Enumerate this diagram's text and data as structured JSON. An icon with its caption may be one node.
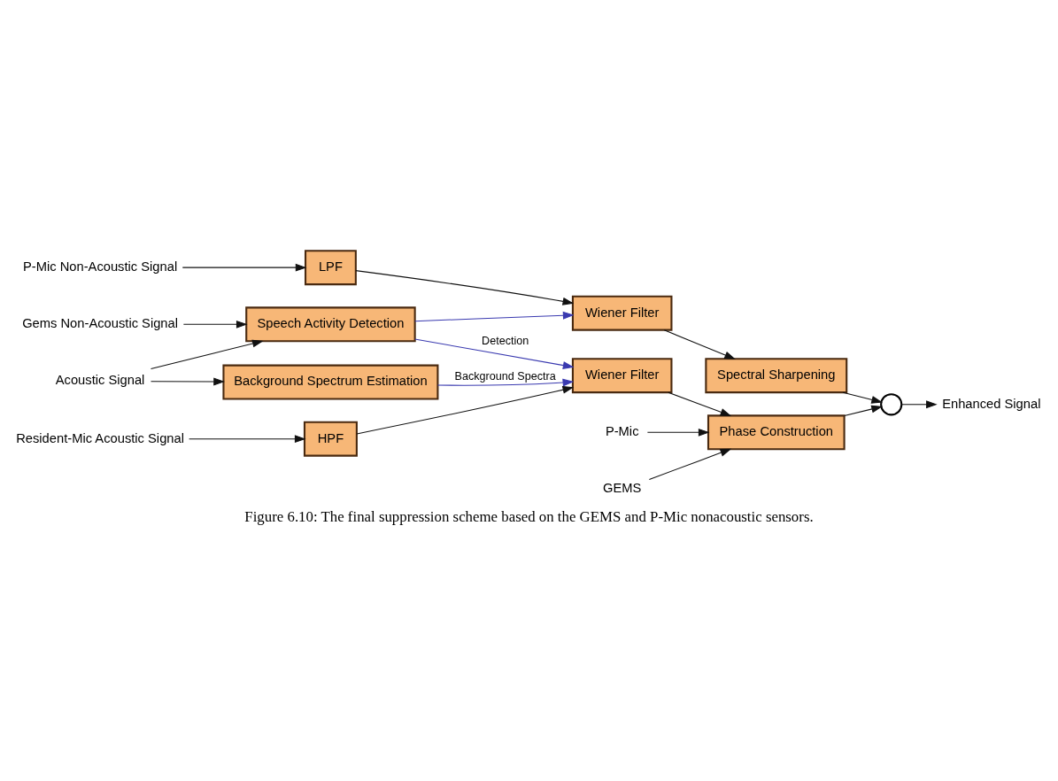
{
  "diagram": {
    "caption": "Figure 6.10: The final suppression scheme based on the GEMS and P-Mic nonacoustic sensors.",
    "nodes": [
      {
        "text": [
          "Acoustic Signal"
        ]
      },
      {
        "text": [
          "Background Spectrum Estimation"
        ]
      },
      {
        "text": [
          "Gems Non-Acoustic Signal"
        ]
      },
      {
        "text": [
          "Speech Activity Detection"
        ]
      },
      {
        "text": [
          "Resident-Mic Acoustic Signal"
        ]
      },
      {
        "text": [
          "HPF"
        ]
      },
      {
        "text": [
          "Wiener Filter"
        ]
      },
      {
        "text": [
          "Phase Construction"
        ]
      },
      {
        "text": [
          "GEMS"
        ]
      },
      {
        "text": [
          "P-Mic"
        ]
      },
      {
        "text": [
          "P-Mic Non-Acoustic Signal"
        ]
      },
      {
        "text": [
          "LPF"
        ]
      },
      {
        "text": [
          "Wiener Filter"
        ]
      },
      {
        "text": [
          "Spectral Sharpening"
        ]
      },
      {
        "text": [],
        "shape": "circle"
      },
      {
        "text": [
          "Enhanced Signal"
        ]
      }
    ],
    "edges": [
      {
        "from": 0,
        "to": 1,
        "arrow": "to"
      },
      {
        "from": 0,
        "to": 3,
        "arrow": "to"
      },
      {
        "from": 2,
        "to": 3,
        "arrow": "to"
      },
      {
        "from": 1,
        "to": 6,
        "arrow": "to",
        "label": "Background Spectra",
        "color": "#3a3ab0"
      },
      {
        "from": 3,
        "to": 6,
        "arrow": "to",
        "label": "Detection",
        "color": "#3a3ab0"
      },
      {
        "from": 3,
        "to": 12,
        "arrow": "to",
        "color": "#3a3ab0"
      },
      {
        "from": 4,
        "to": 5,
        "arrow": "to"
      },
      {
        "from": 5,
        "to": 6,
        "arrow": "to"
      },
      {
        "from": 6,
        "to": 7,
        "arrow": "to"
      },
      {
        "from": 8,
        "to": 7,
        "arrow": "to"
      },
      {
        "from": 9,
        "to": 7,
        "arrow": "to"
      },
      {
        "from": 10,
        "to": 11,
        "arrow": "to"
      },
      {
        "from": 11,
        "to": 12,
        "arrow": "to"
      },
      {
        "from": 12,
        "to": 13,
        "arrow": "to"
      },
      {
        "from": 7,
        "to": 14,
        "arrow": "to"
      },
      {
        "from": 13,
        "to": 14,
        "arrow": "to"
      },
      {
        "from": 14,
        "to": 15,
        "arrow": "to"
      }
    ]
  }
}
